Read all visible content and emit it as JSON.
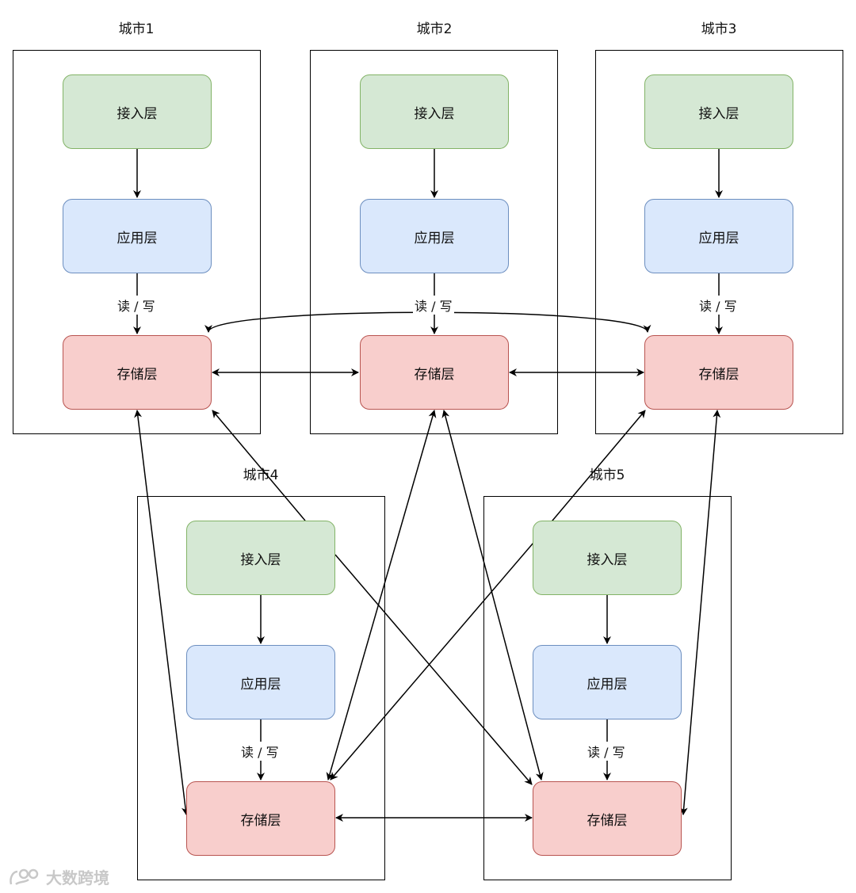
{
  "cities": [
    {
      "title": "城市1",
      "access": "接入层",
      "app": "应用层",
      "storage": "存储层",
      "rw": "读 / 写"
    },
    {
      "title": "城市2",
      "access": "接入层",
      "app": "应用层",
      "storage": "存储层",
      "rw": "读 / 写"
    },
    {
      "title": "城市3",
      "access": "接入层",
      "app": "应用层",
      "storage": "存储层",
      "rw": "读 / 写"
    },
    {
      "title": "城市4",
      "access": "接入层",
      "app": "应用层",
      "storage": "存储层",
      "rw": "读 / 写"
    },
    {
      "title": "城市5",
      "access": "接入层",
      "app": "应用层",
      "storage": "存储层",
      "rw": "读 / 写"
    }
  ],
  "colors": {
    "access_fill": "#d5e8d4",
    "access_stroke": "#82b366",
    "app_fill": "#dae8fc",
    "app_stroke": "#6c8ebf",
    "storage_fill": "#f8cecc",
    "storage_stroke": "#b85450"
  },
  "watermark": "大数跨境"
}
